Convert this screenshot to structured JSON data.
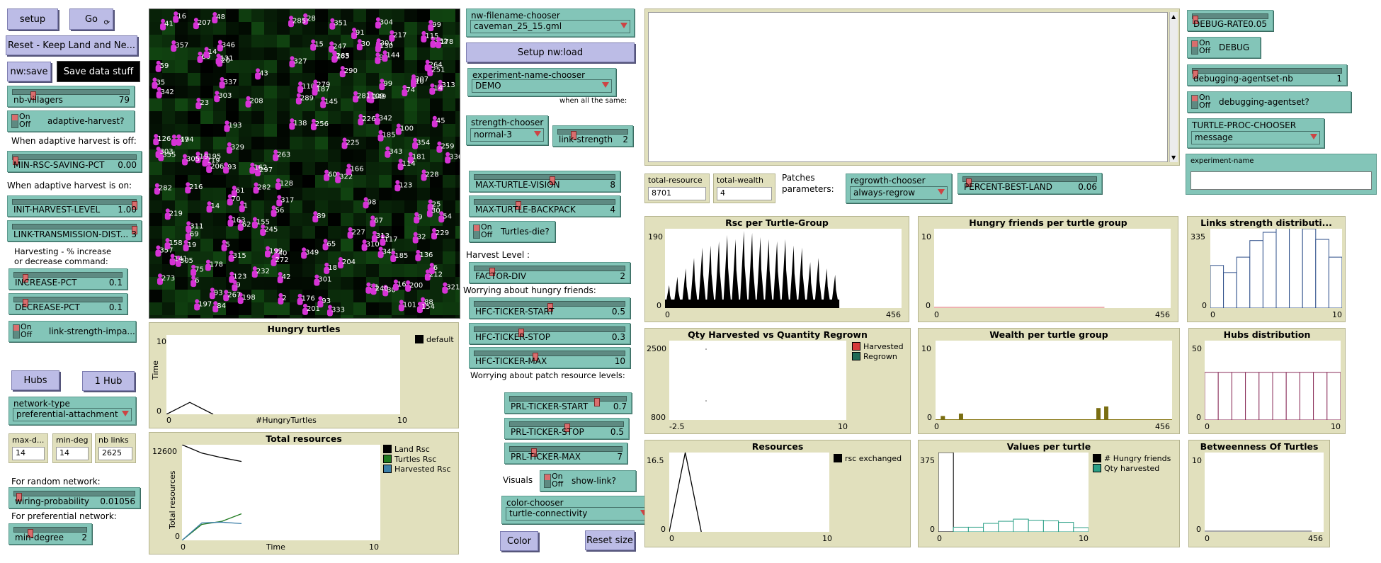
{
  "colors": {
    "button_bg": "#bcbce6",
    "slider_bg": "#83c5b8",
    "monitor_bg": "#e1e0bd",
    "knob": "#d96d6d",
    "agent": "#d633d6",
    "patch_green": "#1f5a1f"
  },
  "buttons": {
    "setup": "setup",
    "go": "Go",
    "reset_keep": "Reset - Keep Land and Ne...",
    "nw_save": "nw:save",
    "save_data": "Save data stuff",
    "setup_nw_load": "Setup nw:load",
    "hubs": "Hubs",
    "one_hub": "1 Hub",
    "color": "Color",
    "reset_size": "Reset size"
  },
  "sliders": {
    "nb_villagers": {
      "label": "nb-villagers",
      "value": "79",
      "fraction": 0.16
    },
    "min_rsc_saving": {
      "label": "MIN-RSC-SAVING-PCT",
      "value": "0.00",
      "fraction": 0.0
    },
    "init_harvest": {
      "label": "INIT-HARVEST-LEVEL",
      "value": "1.00",
      "fraction": 1.0
    },
    "link_transmission": {
      "label": "LINK-TRANSMISSION-DIST...",
      "value": "3",
      "fraction": 1.0
    },
    "increase_pct": {
      "label": "INCREASE-PCT",
      "value": "0.1",
      "fraction": 0.08
    },
    "decrease_pct": {
      "label": "DECREASE-PCT",
      "value": "0.1",
      "fraction": 0.08
    },
    "wiring_probability": {
      "label": "wiring-probability",
      "value": "0.01056",
      "fraction": 0.02
    },
    "min_degree": {
      "label": "min-degree",
      "value": "2",
      "fraction": 0.2
    },
    "link_strength": {
      "label": "link-strength",
      "value": "2",
      "fraction": 0.2
    },
    "max_turtle_vision": {
      "label": "MAX-TURTLE-VISION",
      "value": "8",
      "fraction": 0.55
    },
    "max_turtle_backpack": {
      "label": "MAX-TURTLE-BACKPACK",
      "value": "4",
      "fraction": 0.3
    },
    "factor_div": {
      "label": "FACTOR-DIV",
      "value": "2",
      "fraction": 0.1
    },
    "hfc_ticker_start": {
      "label": "HFC-TICKER-START",
      "value": "0.5",
      "fraction": 0.5
    },
    "hfc_ticker_stop": {
      "label": "HFC-TICKER-STOP",
      "value": "0.3",
      "fraction": 0.3
    },
    "hfc_ticker_max": {
      "label": "HFC-TICKER-MAX",
      "value": "10",
      "fraction": 0.4
    },
    "prl_ticker_start": {
      "label": "PRL-TICKER-START",
      "value": "0.7",
      "fraction": 0.75
    },
    "prl_ticker_stop": {
      "label": "PRL-TICKER-STOP",
      "value": "0.5",
      "fraction": 0.5
    },
    "prl_ticker_max": {
      "label": "PRL-TICKER-MAX",
      "value": "7",
      "fraction": 0.2
    },
    "percent_best_land": {
      "label": "PERCENT-BEST-LAND",
      "value": "0.06",
      "fraction": 0.02
    },
    "debug_rate": {
      "label": "DEBUG-RATE",
      "value": "0.05",
      "fraction": 0.0
    },
    "debugging_agentset_nb": {
      "label": "debugging-agentset-nb",
      "value": "1",
      "fraction": 0.0
    }
  },
  "switches": {
    "on": "On",
    "off": "Off",
    "adaptive_harvest": "adaptive-harvest?",
    "link_strength_impact": "link-strength-impa...",
    "turtles_die": "Turtles-die?",
    "show_link": "show-link?",
    "debug": "DEBUG",
    "debugging_agentset": "debugging-agentset?"
  },
  "choosers": {
    "nw_filename": {
      "label": "nw-filename-chooser",
      "value": "caveman_25_15.gml"
    },
    "experiment_name": {
      "label": "experiment-name-chooser",
      "value": "DEMO"
    },
    "strength": {
      "label": "strength-chooser",
      "value": "normal-3"
    },
    "network_type": {
      "label": "network-type",
      "value": "preferential-attachment"
    },
    "color": {
      "label": "color-chooser",
      "value": "turtle-connectivity"
    },
    "regrowth": {
      "label": "regrowth-chooser",
      "value": "always-regrow"
    },
    "turtle_proc": {
      "label": "TURTLE-PROC-CHOOSER",
      "value": "message"
    }
  },
  "monitors": {
    "max_d": {
      "label": "max-d...",
      "value": "14"
    },
    "min_deg": {
      "label": "min-deg",
      "value": "14"
    },
    "nb_links": {
      "label": "nb links",
      "value": "2625"
    },
    "total_resource": {
      "label": "total-resource",
      "value": "8701"
    },
    "total_wealth": {
      "label": "total-wealth",
      "value": "4"
    }
  },
  "input": {
    "experiment_name_label": "experiment-name",
    "experiment_name_value": ""
  },
  "notes": {
    "adaptive_off": "When adaptive harvest is off:",
    "adaptive_on": "When adaptive harvest is on:",
    "harvesting1": "Harvesting - % increase",
    "harvesting2": "or decrease command:",
    "random_network": "For random network:",
    "pref_network": "For preferential network:",
    "when_all_same": "when all the same:",
    "harvest_level": "Harvest Level :",
    "worrying_friends": "Worrying about hungry friends:",
    "worrying_patch": "Worrying about patch resource levels:",
    "visuals": "Visuals",
    "patches1": "Patches",
    "patches2": "parameters:"
  },
  "view": {
    "labels": [
      "61",
      "35",
      "45",
      "56",
      "307",
      "197",
      "305",
      "247",
      "216",
      "225",
      "264",
      "206",
      "40",
      "345",
      "30",
      "149",
      "25",
      "54",
      "251",
      "304",
      "282",
      "232",
      "145",
      "60",
      "1",
      "310",
      "67",
      "75",
      "349",
      "128",
      "178",
      "62",
      "15",
      "30",
      "272",
      "317",
      "329",
      "219",
      "263",
      "229",
      "99",
      "101",
      "14",
      "357",
      "355",
      "198",
      "301",
      "208",
      "322",
      "289",
      "158",
      "110",
      "89",
      "279",
      "193",
      "70",
      "207",
      "303",
      "259",
      "195",
      "109",
      "336",
      "321",
      "311",
      "91",
      "9",
      "31",
      "297",
      "346",
      "10",
      "43",
      "162",
      "88",
      "126",
      "187",
      "19",
      "166",
      "14",
      "352",
      "204",
      "351",
      "285",
      "163",
      "69",
      "176",
      "354",
      "357",
      "212",
      "100",
      "343",
      "337",
      "42",
      "163",
      "342",
      "342",
      "181",
      "123",
      "6",
      "136",
      "99",
      "201",
      "303",
      "30",
      "16",
      "65",
      "290",
      "313",
      "115",
      "20",
      "28",
      "155",
      "273",
      "219",
      "84",
      "245",
      "228",
      "74",
      "333",
      "2",
      "18",
      "41",
      "14",
      "130",
      "59",
      "117",
      "226",
      "32",
      "315",
      "240",
      "178",
      "313",
      "131",
      "60",
      "301",
      "138",
      "194",
      "282",
      "161",
      "217",
      "327",
      "247",
      "141",
      "267",
      "23",
      "48",
      "281",
      "185",
      "93",
      "305",
      "154",
      "285",
      "200",
      "92",
      "93",
      "123",
      "98",
      "5",
      "227",
      "19",
      "144",
      "199",
      "9",
      "93",
      "185",
      "256",
      "114",
      "6"
    ]
  },
  "plots": {
    "hungry_turtles": {
      "title": "Hungry turtles",
      "ylabel": "Time",
      "xlabel": "#HungryTurtles",
      "xmin": "0",
      "xmax": "10",
      "ymin": "0",
      "ymax": "10",
      "legend": [
        "default"
      ]
    },
    "total_resources": {
      "title": "Total resources",
      "ylabel": "Total resources",
      "xlabel": "Time",
      "xmin": "0",
      "xmax": "10",
      "ymin": "0",
      "ymax": "12600",
      "legend": [
        "Land Rsc",
        "Turtles Rsc",
        "Harvested Rsc"
      ]
    },
    "rsc_per_group": {
      "title": "Rsc per Turtle-Group",
      "xmin": "0",
      "xmax": "456",
      "ymin": "0",
      "ymax": "190"
    },
    "hungry_friends": {
      "title": "Hungry friends per turtle group",
      "xmin": "0",
      "xmax": "456",
      "ymin": "0",
      "ymax": "10"
    },
    "links_strength": {
      "title": "Links strength distributi...",
      "xmin": "0",
      "xmax": "10",
      "ymin": "0",
      "ymax": "335"
    },
    "qty_harvested": {
      "title": "Qty Harvested vs Quantity Regrown",
      "xmin": "-2.5",
      "xmax": "10",
      "ymin": "800",
      "ymax": "2500",
      "legend": [
        "Harvested",
        "Regrown"
      ]
    },
    "wealth_per_group": {
      "title": "Wealth per turtle group",
      "xmin": "0",
      "xmax": "456",
      "ymin": "0",
      "ymax": "10"
    },
    "hubs_distribution": {
      "title": "Hubs distribution",
      "xmin": "0",
      "xmax": "10",
      "ymin": "0",
      "ymax": "50"
    },
    "resources": {
      "title": "Resources",
      "xmin": "0",
      "xmax": "10",
      "ymin": "0",
      "ymax": "16.5",
      "legend": [
        "rsc exchanged"
      ]
    },
    "values_per_turtle": {
      "title": "Values per turtle",
      "xmin": "0",
      "xmax": "10",
      "ymin": "0",
      "ymax": "375",
      "legend": [
        "# Hungry friends",
        "Qty harvested"
      ]
    },
    "betweenness": {
      "title": "Betweenness Of Turtles",
      "xmin": "0",
      "xmax": "456",
      "ymin": "0",
      "ymax": "10"
    }
  },
  "chart_data": [
    {
      "type": "line",
      "title": "Hungry turtles",
      "xlabel": "#HungryTurtles",
      "ylabel": "Time",
      "xlim": [
        0,
        10
      ],
      "ylim": [
        0,
        10
      ],
      "series": [
        {
          "name": "default",
          "x": [
            0,
            1,
            2
          ],
          "y": [
            0,
            1.5,
            0
          ]
        }
      ]
    },
    {
      "type": "line",
      "title": "Total resources",
      "xlabel": "Time",
      "ylabel": "Total resources",
      "xlim": [
        0,
        10
      ],
      "ylim": [
        0,
        12600
      ],
      "series": [
        {
          "name": "Land Rsc",
          "x": [
            0,
            1,
            2,
            3
          ],
          "y": [
            12600,
            11500,
            10900,
            10400
          ]
        },
        {
          "name": "Turtles Rsc",
          "x": [
            0,
            1,
            2,
            3
          ],
          "y": [
            0,
            2100,
            2500,
            3500
          ]
        },
        {
          "name": "Harvested Rsc",
          "x": [
            0,
            1,
            2,
            3
          ],
          "y": [
            0,
            2300,
            2400,
            2200
          ]
        }
      ]
    },
    {
      "type": "line",
      "title": "Resources",
      "xlim": [
        0,
        10
      ],
      "ylim": [
        0,
        16.5
      ],
      "series": [
        {
          "name": "rsc exchanged",
          "x": [
            0,
            1,
            2
          ],
          "y": [
            0,
            16.5,
            0
          ]
        }
      ]
    },
    {
      "type": "bar",
      "title": "Links strength distributi...",
      "xlim": [
        0,
        10
      ],
      "ylim": [
        0,
        335
      ],
      "categories": [
        "0",
        "1",
        "2",
        "3",
        "4",
        "5",
        "6",
        "7",
        "8",
        "9"
      ],
      "values": [
        180,
        150,
        215,
        285,
        320,
        370,
        345,
        335,
        290,
        215
      ]
    },
    {
      "type": "bar",
      "title": "Hubs distribution",
      "xlim": [
        0,
        10
      ],
      "ylim": [
        0,
        50
      ],
      "categories": [
        "0",
        "1",
        "2",
        "3",
        "4",
        "5",
        "6",
        "7",
        "8",
        "9"
      ],
      "values": [
        30,
        30,
        30,
        30,
        30,
        30,
        30,
        30,
        30,
        30
      ]
    },
    {
      "type": "bar",
      "title": "Values per turtle",
      "xlim": [
        0,
        10
      ],
      "ylim": [
        0,
        375
      ],
      "categories": [
        "0",
        "1",
        "2",
        "3",
        "4",
        "5",
        "6",
        "7",
        "8",
        "9"
      ],
      "series": [
        {
          "name": "# Hungry friends",
          "values": [
            375,
            0,
            0,
            0,
            0,
            0,
            0,
            0,
            0,
            0
          ]
        },
        {
          "name": "Qty harvested",
          "values": [
            0,
            22,
            22,
            40,
            50,
            60,
            55,
            52,
            45,
            20
          ]
        }
      ]
    },
    {
      "type": "bar",
      "title": "Wealth per turtle group",
      "xlim": [
        0,
        456
      ],
      "ylim": [
        0,
        10
      ],
      "series": [
        {
          "name": "",
          "x": [
            10,
            45,
            310,
            325
          ],
          "values": [
            0.5,
            0.8,
            1.5,
            1.7
          ]
        }
      ]
    },
    {
      "type": "bar",
      "title": "Rsc per Turtle-Group",
      "xlim": [
        0,
        456
      ],
      "ylim": [
        0,
        190
      ],
      "series": [
        {
          "name": "",
          "x": [
            0,
            16,
            32,
            48,
            64,
            80,
            96,
            112,
            128,
            144,
            160,
            176,
            192,
            208,
            224,
            240,
            256,
            272,
            288,
            304,
            320
          ],
          "values": [
            55,
            75,
            95,
            120,
            145,
            150,
            160,
            175,
            165,
            185,
            180,
            170,
            165,
            160,
            165,
            150,
            145,
            110,
            120,
            95,
            80
          ]
        }
      ]
    }
  ]
}
